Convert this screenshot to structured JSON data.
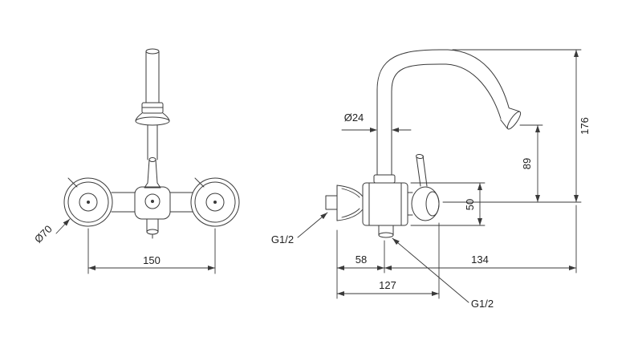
{
  "drawing": {
    "type": "technical-dimension-drawing",
    "subject": "wall-mounted bath mixer faucet, front view and side view",
    "labels": {
      "dia70": "Ø70",
      "dim150": "150",
      "dia24": "Ø24",
      "dim176": "176",
      "dim89": "89",
      "dim50": "50",
      "g12_left": "G1/2",
      "dim58": "58",
      "dim134": "134",
      "dim127": "127",
      "g12_right": "G1/2"
    },
    "colors": {
      "line": "#3a3a3a",
      "text": "#1f1f1f",
      "background": "#ffffff"
    }
  }
}
